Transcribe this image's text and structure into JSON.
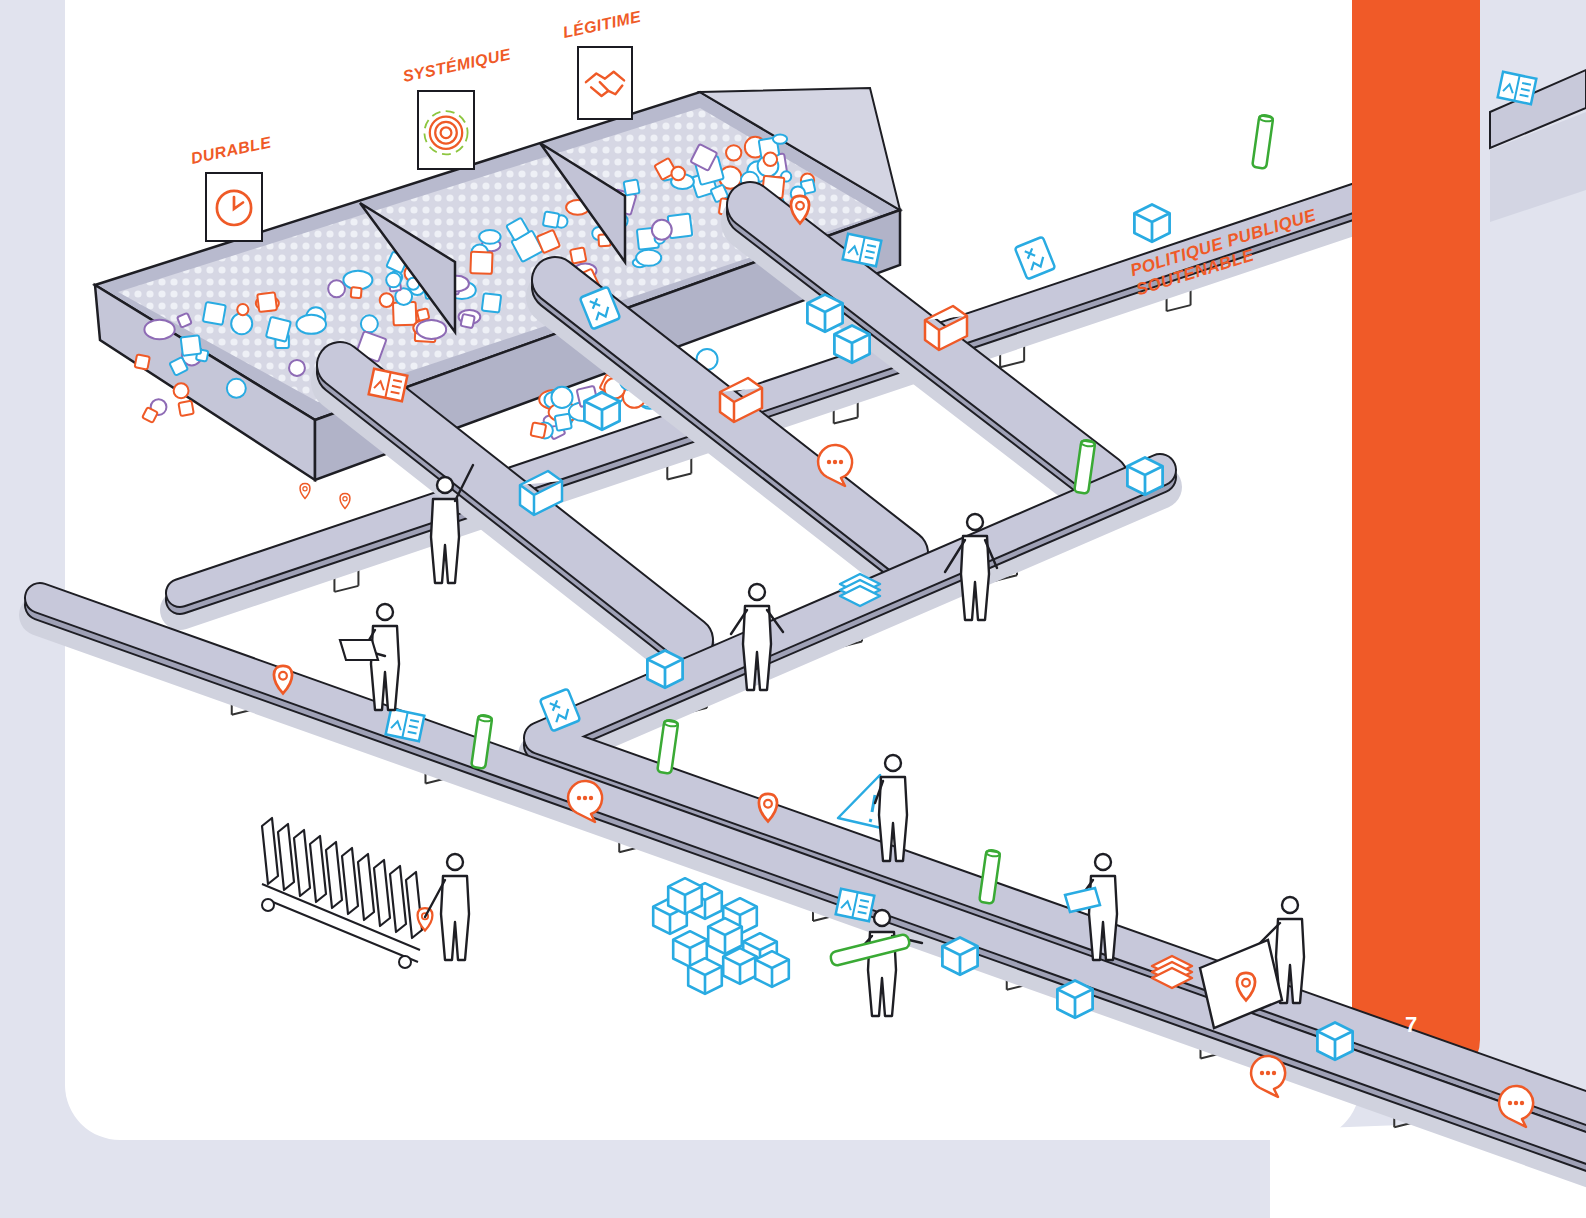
{
  "diagram": {
    "nodes": [
      {
        "text": [
          "DURABLE"
        ]
      },
      {
        "text": [
          "SYSTÉMIQUE"
        ]
      },
      {
        "text": [
          "LÉGITIME"
        ]
      }
    ],
    "labels": [
      "POLITIQUE PUBLIQUE SOUTENABLE",
      "7"
    ]
  }
}
